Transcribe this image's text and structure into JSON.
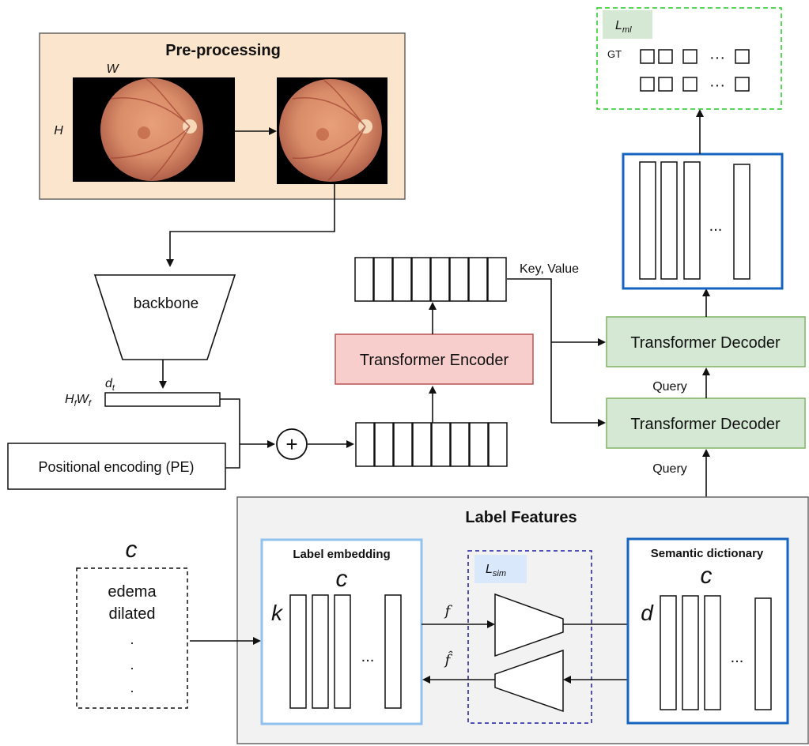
{
  "preprocessing": {
    "title": "Pre-processing",
    "width_label": "W",
    "height_label": "H",
    "title_color": "#b5804a",
    "fill": "#fce5cd"
  },
  "backbone": {
    "label": "backbone"
  },
  "feature_map": {
    "dim_label": "d",
    "dim_sub": "t",
    "len_h": "H",
    "len_h_sub": "f",
    "len_w": "W",
    "len_w_sub": "f"
  },
  "positional_encoding": {
    "label": "Positional encoding (PE)"
  },
  "plus_symbol": "+",
  "encoder": {
    "label": "Transformer Encoder",
    "fill": "#f8cecc",
    "stroke": "#b85450"
  },
  "key_value_label": "Key, Value",
  "decoder": {
    "label": "Transformer Decoder",
    "fill": "#d5e8d4",
    "stroke": "#82b366"
  },
  "query_labels": [
    "Query",
    "Query"
  ],
  "output": {
    "ellipsis": "..."
  },
  "loss_ml": {
    "symbol": "L",
    "sub": "ml",
    "gt_label": "GT",
    "ellipsis": "···",
    "border": "#22cc22",
    "fill": "#d5e8d4"
  },
  "label_features": {
    "title": "Label Features",
    "title_color": "#1565c0",
    "fill": "#f2f2f2"
  },
  "label_list": {
    "count_label": "c",
    "items": [
      "edema",
      "dilated",
      ".",
      ".",
      "."
    ]
  },
  "label_embedding": {
    "title": "Label embedding",
    "col_label": "c",
    "row_label": "k",
    "ellipsis": "...",
    "color": "#90c2ed"
  },
  "loss_sim": {
    "symbol": "L",
    "sub": "sim",
    "f": "f",
    "f_hat": "f̂",
    "border": "#1a1aaa",
    "fill": "#dae8fc"
  },
  "semantic_dictionary": {
    "title": "Semantic dictionary",
    "col_label": "c",
    "row_label": "d",
    "ellipsis": "...",
    "color": "#1565c0"
  }
}
